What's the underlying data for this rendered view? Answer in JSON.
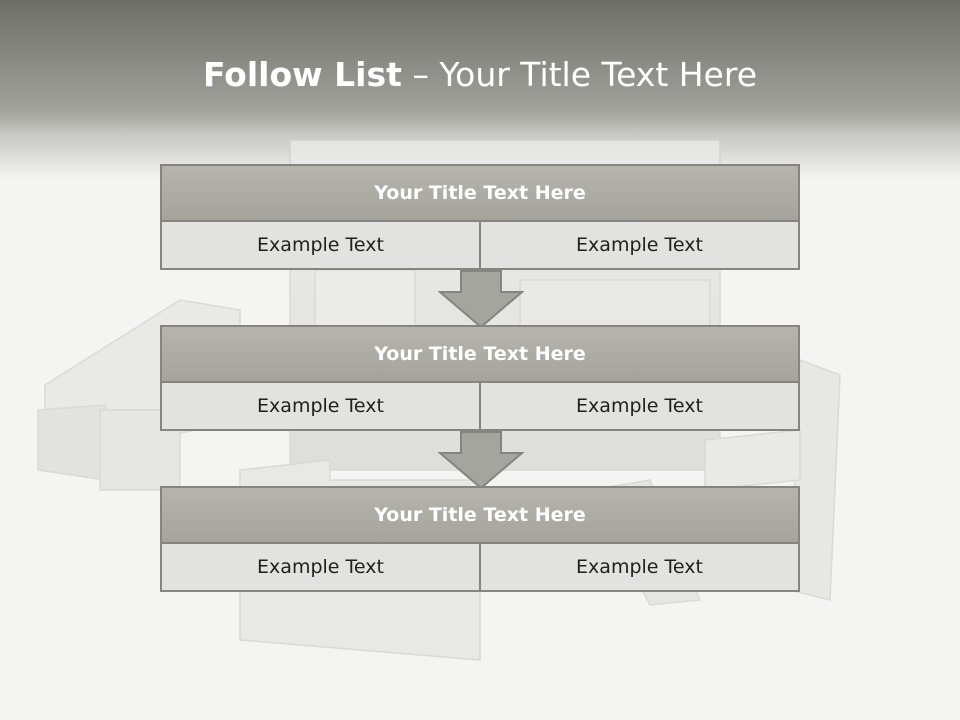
{
  "slide": {
    "title_bold": "Follow List",
    "title_rest": "– Your Title Text Here"
  },
  "blocks": [
    {
      "title": "Your Title Text Here",
      "left_text": "Example Text",
      "right_text": "Example Text"
    },
    {
      "title": "Your Title Text Here",
      "left_text": "Example Text",
      "right_text": "Example Text"
    },
    {
      "title": "Your Title Text Here",
      "left_text": "Example Text",
      "right_text": "Example Text"
    }
  ],
  "colors": {
    "header_top": "#6e6e68",
    "block_title_bg": "#aaaaa3",
    "cell_bg": "#e2e2e0",
    "border": "#85857f",
    "arrow_fill": "#a5a59f"
  }
}
